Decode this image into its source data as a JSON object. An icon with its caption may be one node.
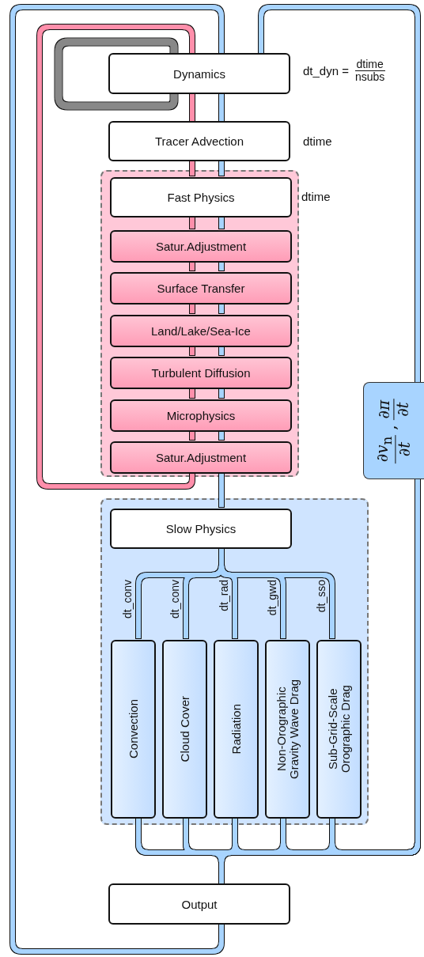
{
  "diagram": {
    "nodes": [
      {
        "text": [
          "Dynamics"
        ],
        "beside": [
          "dt_dyn =",
          "dtime",
          "nsubs"
        ]
      },
      {
        "text": [
          "Tracer Advection"
        ],
        "beside": [
          "dtime"
        ]
      },
      {
        "text": [],
        "shape": "box"
      },
      {
        "text": [
          "Fast Physics"
        ],
        "in": 2,
        "beside": [
          "dtime"
        ]
      },
      {
        "text": [
          "Satur.Adjustment"
        ],
        "in": 2
      },
      {
        "text": [
          "Surface Transfer"
        ],
        "in": 2
      },
      {
        "text": [
          "Land/Lake/Sea-Ice"
        ],
        "in": 2
      },
      {
        "text": [
          "Turbulent Diffusion"
        ],
        "in": 2
      },
      {
        "text": [
          "Microphysics"
        ],
        "in": 2
      },
      {
        "text": [
          "Satur.Adjustment"
        ],
        "in": 2
      },
      {
        "text": [],
        "shape": "box"
      },
      {
        "text": [
          "Slow Physics"
        ],
        "in": 10
      },
      {
        "text": [
          "Convection"
        ],
        "in": 10
      },
      {
        "text": [
          "Cloud Cover"
        ],
        "in": 10
      },
      {
        "text": [
          "Radiation"
        ],
        "in": 10
      },
      {
        "text": [
          "Non-Orographic Gravity Wave Drag"
        ],
        "in": 10
      },
      {
        "text": [
          "Sub-Grid-Scale Orographic Drag"
        ],
        "in": 10
      },
      {
        "text": [
          "Output"
        ]
      },
      {
        "text": [
          "∂*v*$_{n}$",
          "∂*t*",
          ",",
          "∂*π*",
          "∂*t*"
        ]
      }
    ],
    "edges": [
      {
        "from": 0,
        "to": 1,
        "arrow": "none"
      },
      {
        "from": 1,
        "to": 3,
        "arrow": "none"
      },
      {
        "from": 3,
        "to": 4,
        "arrow": "none"
      },
      {
        "from": 4,
        "to": 5,
        "arrow": "none"
      },
      {
        "from": 5,
        "to": 6,
        "arrow": "none"
      },
      {
        "from": 6,
        "to": 7,
        "arrow": "none"
      },
      {
        "from": 7,
        "to": 8,
        "arrow": "none"
      },
      {
        "from": 8,
        "to": 9,
        "arrow": "none"
      },
      {
        "from": 9,
        "to": 11,
        "arrow": "none"
      },
      {
        "from": 11,
        "to": 12,
        "arrow": "none",
        "label": "dt_conv"
      },
      {
        "from": 11,
        "to": 13,
        "arrow": "none",
        "label": "dt_conv"
      },
      {
        "from": 11,
        "to": 14,
        "arrow": "none",
        "label": "dt_rad"
      },
      {
        "from": 11,
        "to": 15,
        "arrow": "none",
        "label": "dt_gwd"
      },
      {
        "from": 11,
        "to": 16,
        "arrow": "none",
        "label": "dt_sso"
      },
      {
        "from": 12,
        "to": 17,
        "arrow": "none"
      },
      {
        "from": 13,
        "to": 17,
        "arrow": "none"
      },
      {
        "from": 14,
        "to": 17,
        "arrow": "none"
      },
      {
        "from": 15,
        "to": 17,
        "arrow": "none"
      },
      {
        "from": 16,
        "to": 17,
        "arrow": "none"
      },
      {
        "from": 12,
        "to": 18,
        "arrow": "none"
      },
      {
        "from": 13,
        "to": 18,
        "arrow": "none"
      },
      {
        "from": 14,
        "to": 18,
        "arrow": "none"
      },
      {
        "from": 15,
        "to": 18,
        "arrow": "none"
      },
      {
        "from": 16,
        "to": 18,
        "arrow": "none"
      },
      {
        "from": 17,
        "to": 0,
        "arrow": "none"
      },
      {
        "from": 18,
        "to": 0,
        "arrow": "none"
      },
      {
        "from": 0,
        "to": 1,
        "arrow": "none",
        "color": "#ff8fab"
      },
      {
        "from": 1,
        "to": 3,
        "arrow": "none",
        "color": "#ff8fab"
      },
      {
        "from": 3,
        "to": 4,
        "arrow": "none",
        "color": "#ff8fab"
      },
      {
        "from": 4,
        "to": 5,
        "arrow": "none",
        "color": "#ff8fab"
      },
      {
        "from": 5,
        "to": 6,
        "arrow": "none",
        "color": "#ff8fab"
      },
      {
        "from": 6,
        "to": 7,
        "arrow": "none",
        "color": "#ff8fab"
      },
      {
        "from": 7,
        "to": 8,
        "arrow": "none",
        "color": "#ff8fab"
      },
      {
        "from": 8,
        "to": 9,
        "arrow": "none",
        "color": "#ff8fab"
      },
      {
        "from": 9,
        "to": 0,
        "arrow": "none",
        "color": "#ff8fab"
      },
      {
        "from": 0,
        "to": 0,
        "arrow": "none",
        "color": "#888888"
      }
    ]
  }
}
